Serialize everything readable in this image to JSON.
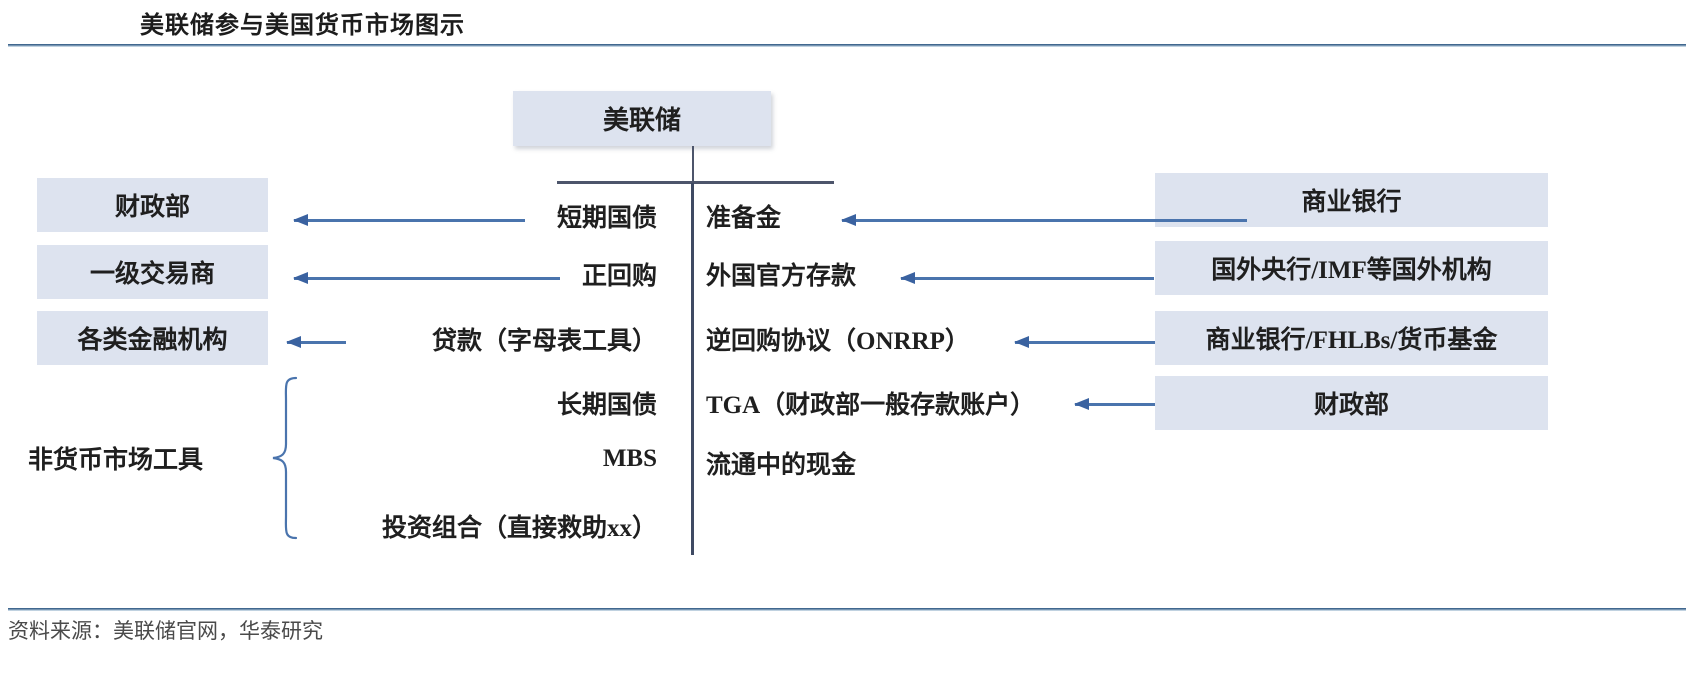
{
  "header": {
    "title": "美联储参与美国货币市场图示"
  },
  "footer": {
    "source": "资料来源：美联储官网，华泰研究"
  },
  "colors": {
    "box_fill": "#dde3ef",
    "arrow": "#4a74ad",
    "divider": "#3f4a63",
    "rule": "#41688f"
  },
  "diagram": {
    "center_node": {
      "label": "美联储"
    },
    "left_nodes": [
      {
        "label": "财政部"
      },
      {
        "label": "一级交易商"
      },
      {
        "label": "各类金融机构"
      }
    ],
    "right_nodes": [
      {
        "label": "商业银行"
      },
      {
        "label": "国外央行/IMF等国外机构"
      },
      {
        "label": "商业银行/FHLBs/货币基金"
      },
      {
        "label": "财政部"
      }
    ],
    "asset_labels": [
      {
        "label": "短期国债"
      },
      {
        "label": "正回购"
      },
      {
        "label": "贷款（字母表工具）"
      },
      {
        "label": "长期国债"
      },
      {
        "label": "MBS"
      },
      {
        "label": "投资组合（直接救助xx）"
      }
    ],
    "liability_labels": [
      {
        "label": "准备金"
      },
      {
        "label": "外国官方存款"
      },
      {
        "label": "逆回购协议（ONRRP）"
      },
      {
        "label": "TGA（财政部一般存款账户）"
      },
      {
        "label": "流通中的现金"
      }
    ],
    "brace_group": {
      "label": "非货币市场工具",
      "members": [
        "长期国债",
        "MBS",
        "投资组合（直接救助xx）"
      ]
    }
  }
}
